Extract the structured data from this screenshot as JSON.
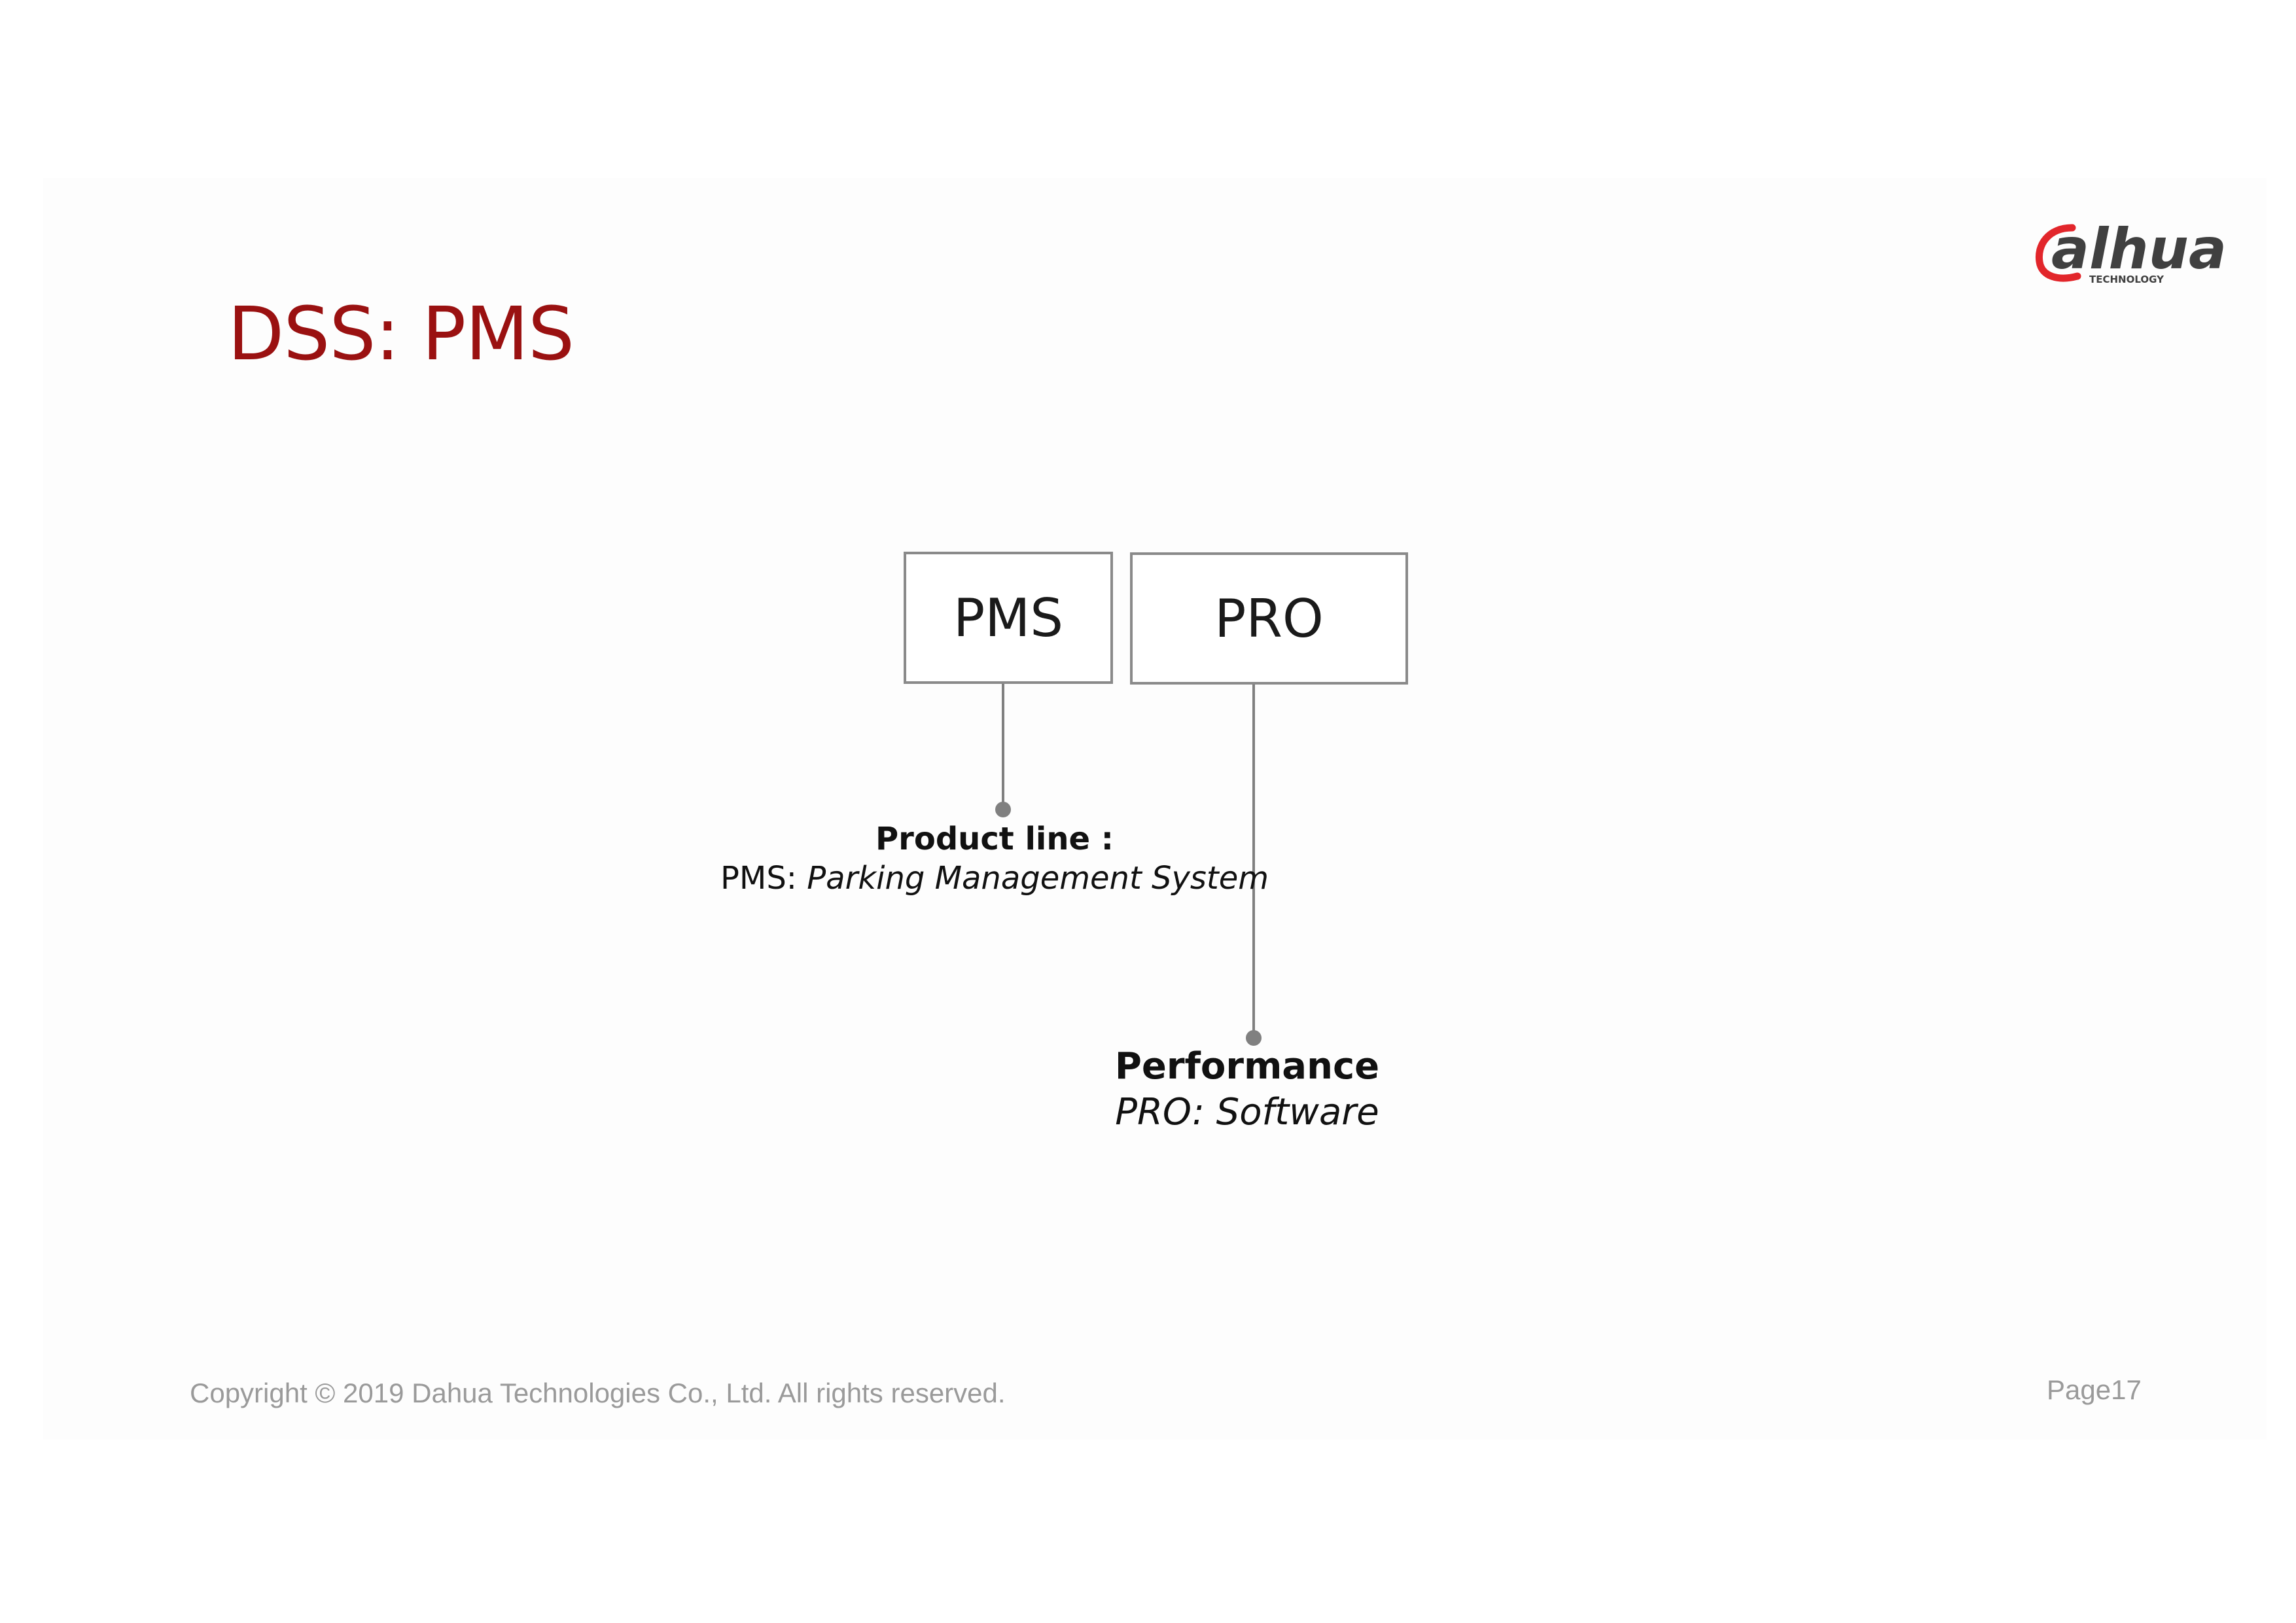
{
  "slide": {
    "title": "DSS: PMS",
    "logo": {
      "name": "dahua-logo",
      "wordmark": "alhua",
      "tagline": "TECHNOLOGY",
      "accent": "#e2262b",
      "text_color": "#404040"
    },
    "footer": {
      "copyright": "Copyright © 2019 Dahua Technologies Co., Ltd. All rights reserved.",
      "page": "Page17"
    }
  },
  "diagram": {
    "nodes": [
      {
        "id": "pms",
        "label": "PMS"
      },
      {
        "id": "pro",
        "label": "PRO"
      }
    ],
    "annotations": [
      {
        "target": "pms",
        "heading": "Product line :",
        "prefix": "PMS: ",
        "text": "Parking Management System"
      },
      {
        "target": "pro",
        "heading": "Performance",
        "prefix": "",
        "text": "PRO: Software"
      }
    ],
    "colors": {
      "border": "#8a8a8a",
      "connector": "#808080",
      "title": "#9a1111"
    }
  }
}
